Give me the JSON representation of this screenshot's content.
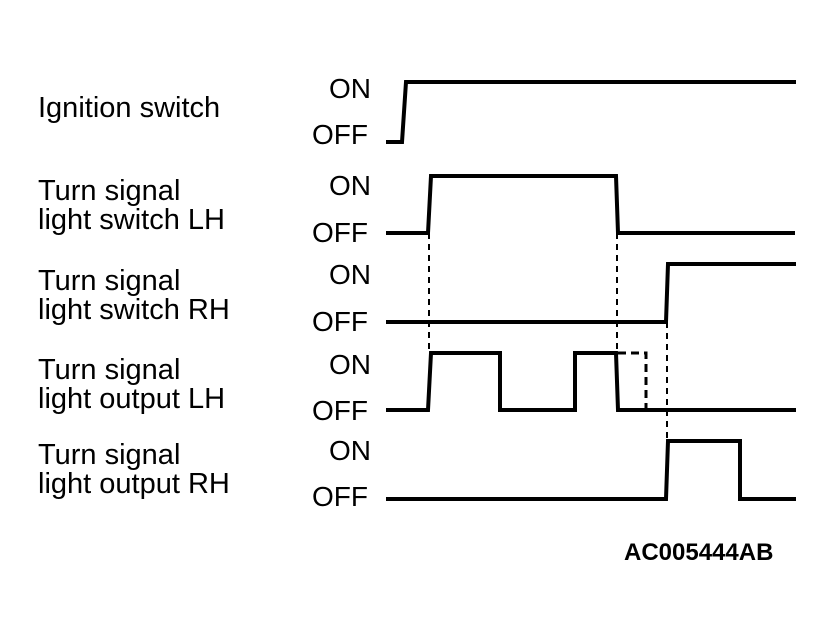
{
  "signals": [
    {
      "line1": "Ignition switch",
      "line2": "",
      "on_label": "ON",
      "off_label": "OFF"
    },
    {
      "line1": "Turn signal",
      "line2": "light switch LH",
      "on_label": "ON",
      "off_label": "OFF"
    },
    {
      "line1": "Turn signal",
      "line2": "light switch RH",
      "on_label": "ON",
      "off_label": "OFF"
    },
    {
      "line1": "Turn signal",
      "line2": "light output LH",
      "on_label": "ON",
      "off_label": "OFF"
    },
    {
      "line1": "Turn signal",
      "line2": "light output RH",
      "on_label": "ON",
      "off_label": "OFF"
    }
  ],
  "reference_code": "AC005444AB"
}
